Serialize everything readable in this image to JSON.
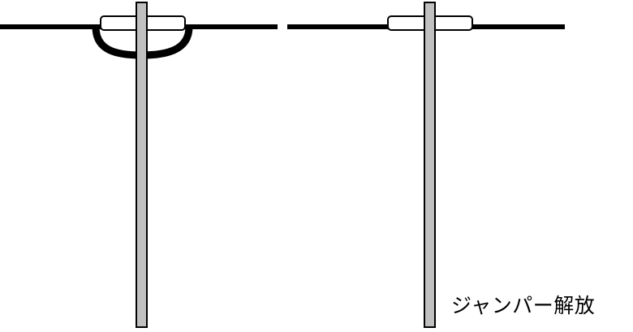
{
  "caption": "ジャンパー解放",
  "colors": {
    "wire": "#000000",
    "pole_fill": "#c0c0c0",
    "pole_stroke": "#000000",
    "insulator_fill": "#ffffff",
    "background": "#ffffff"
  },
  "poles": [
    {
      "name": "pole-left",
      "jumper_connected": true
    },
    {
      "name": "pole-right",
      "jumper_connected": false
    }
  ]
}
